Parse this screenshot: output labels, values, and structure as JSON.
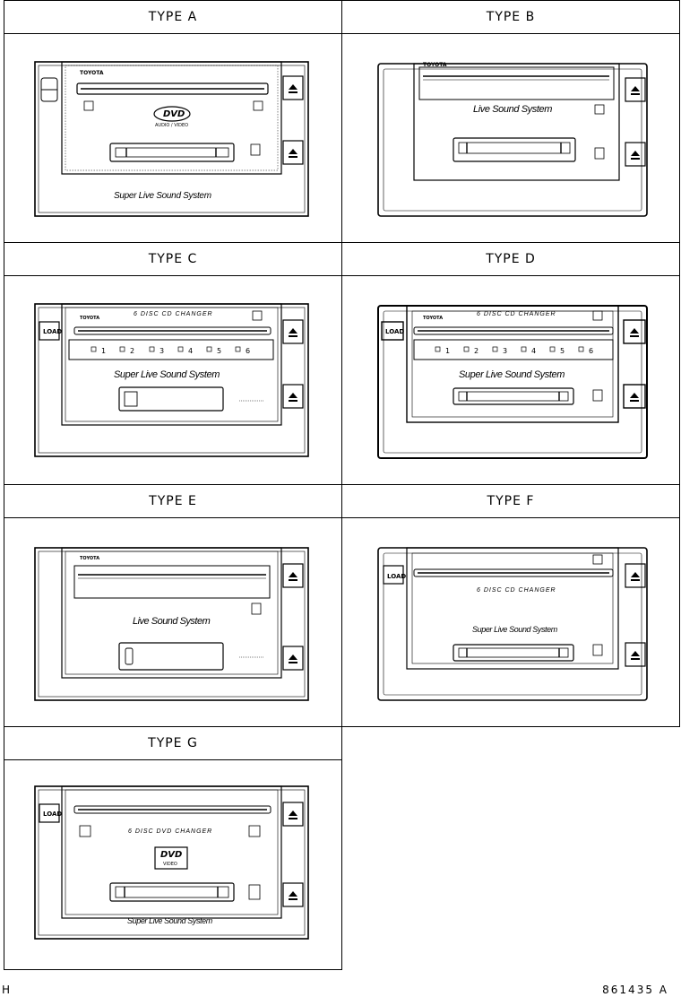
{
  "panels": [
    {
      "key": "A",
      "title": "TYPE A",
      "brand": "TOYOTA",
      "slogan": "Super Live Sound System",
      "logo": "DVD",
      "logo_sub": "AUDIO / VIDEO"
    },
    {
      "key": "B",
      "title": "TYPE B",
      "brand": "TOYOTA",
      "slogan": "Live Sound System"
    },
    {
      "key": "C",
      "title": "TYPE C",
      "brand": "TOYOTA",
      "slogan": "Super Live Sound System",
      "changer": "6 DISC CD CHANGER",
      "load": "LOAD",
      "discs": [
        "1",
        "2",
        "3",
        "4",
        "5",
        "6"
      ]
    },
    {
      "key": "D",
      "title": "TYPE D",
      "brand": "TOYOTA",
      "slogan": "Super Live Sound System",
      "changer": "6 DISC CD CHANGER",
      "load": "LOAD",
      "discs": [
        "1",
        "2",
        "3",
        "4",
        "5",
        "6"
      ]
    },
    {
      "key": "E",
      "title": "TYPE E",
      "brand": "TOYOTA",
      "slogan": "Live Sound System"
    },
    {
      "key": "F",
      "title": "TYPE F",
      "slogan": "Super Live Sound System",
      "changer": "6 DISC CD CHANGER",
      "load": "LOAD"
    },
    {
      "key": "G",
      "title": "TYPE G",
      "slogan": "Super Live Sound System",
      "changer": "6 DISC DVD CHANGER",
      "load": "LOAD",
      "logo": "DVD",
      "logo_sub": "VIDEO"
    }
  ],
  "footer": {
    "left": "H",
    "right": "861435  A"
  }
}
